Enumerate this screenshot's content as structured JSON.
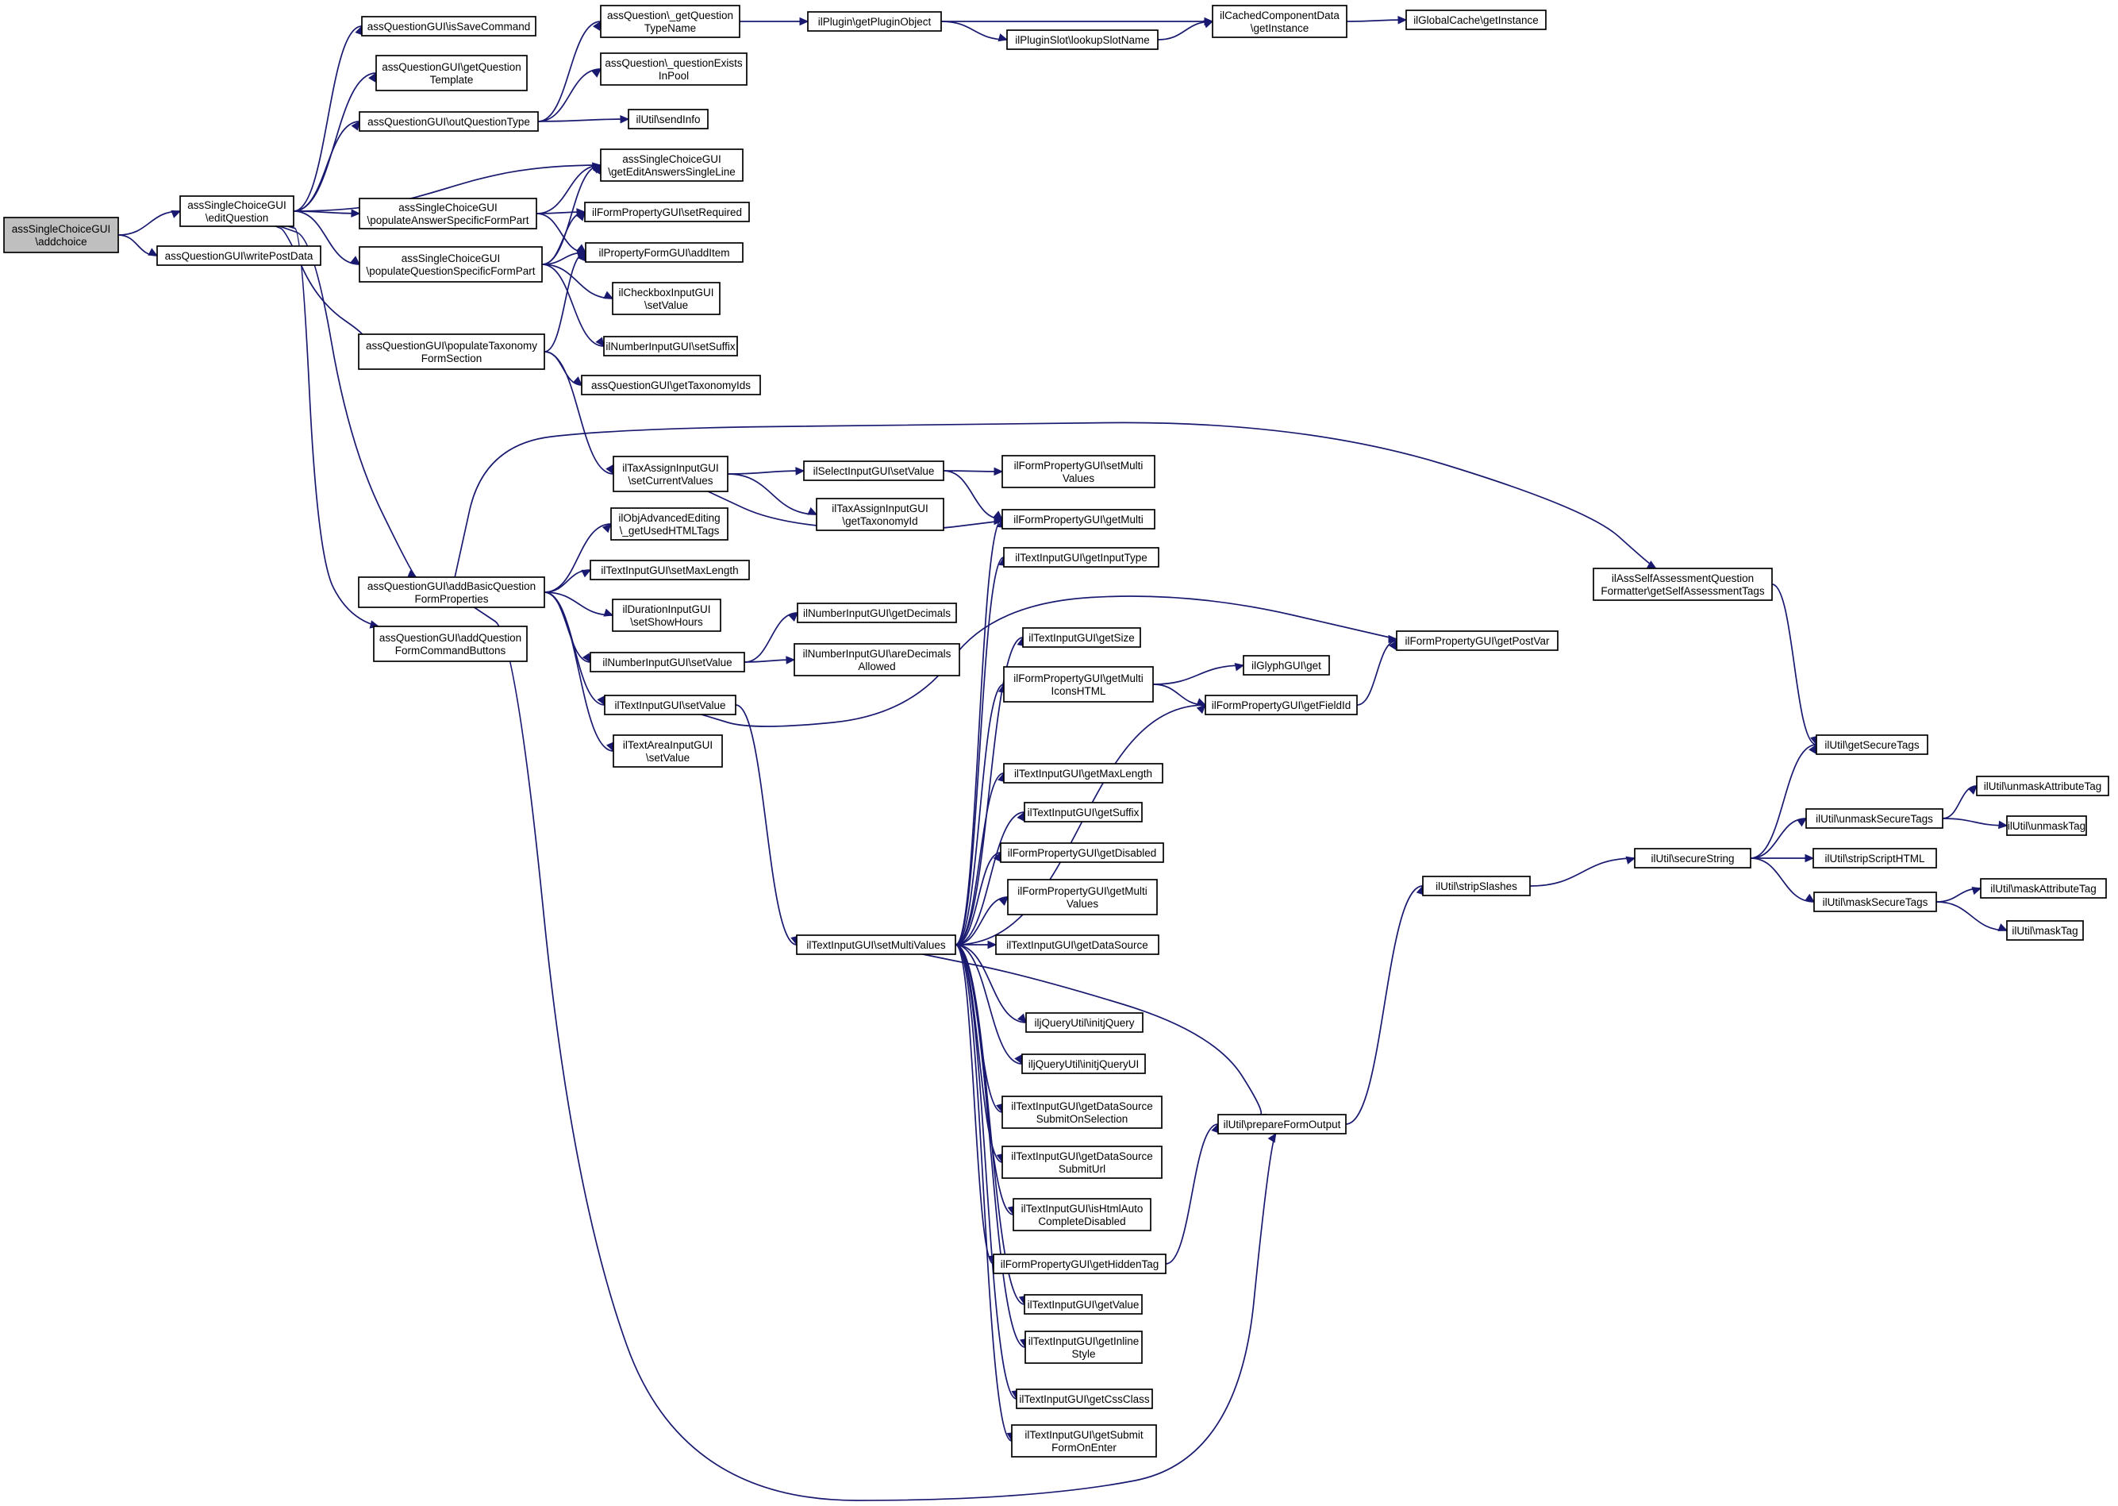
{
  "colors": {
    "edge": "#191970",
    "node_border": "#000000",
    "root_fill": "#bfbfbf",
    "node_fill": "#ffffff"
  },
  "nodes": [
    {
      "id": "n0",
      "lines": [
        "assSingleChoiceGUI",
        "\\addchoice"
      ],
      "root": true
    },
    {
      "id": "n1",
      "lines": [
        "assSingleChoiceGUI",
        "\\editQuestion"
      ]
    },
    {
      "id": "n2",
      "lines": [
        "assQuestionGUI\\writePostData"
      ]
    },
    {
      "id": "n3",
      "lines": [
        "assQuestionGUI\\isSaveCommand"
      ]
    },
    {
      "id": "n4",
      "lines": [
        "assQuestionGUI\\getQuestion",
        "Template"
      ]
    },
    {
      "id": "n5",
      "lines": [
        "assQuestionGUI\\outQuestionType"
      ]
    },
    {
      "id": "n6",
      "lines": [
        "assSingleChoiceGUI",
        "\\populateAnswerSpecificFormPart"
      ]
    },
    {
      "id": "n7",
      "lines": [
        "assSingleChoiceGUI",
        "\\populateQuestionSpecificFormPart"
      ]
    },
    {
      "id": "n8",
      "lines": [
        "assQuestionGUI\\populateTaxonomy",
        "FormSection"
      ]
    },
    {
      "id": "n9",
      "lines": [
        "assQuestionGUI\\addBasicQuestion",
        "FormProperties"
      ]
    },
    {
      "id": "n10",
      "lines": [
        "assQuestionGUI\\addQuestion",
        "FormCommandButtons"
      ]
    },
    {
      "id": "n11",
      "lines": [
        "assQuestion\\_getQuestion",
        "TypeName"
      ]
    },
    {
      "id": "n12",
      "lines": [
        "assQuestion\\_questionExists",
        "InPool"
      ]
    },
    {
      "id": "n13",
      "lines": [
        "ilUtil\\sendInfo"
      ]
    },
    {
      "id": "n14",
      "lines": [
        "assSingleChoiceGUI",
        "\\getEditAnswersSingleLine"
      ]
    },
    {
      "id": "n15",
      "lines": [
        "ilFormPropertyGUI\\setRequired"
      ]
    },
    {
      "id": "n16",
      "lines": [
        "ilPropertyFormGUI\\addItem"
      ]
    },
    {
      "id": "n17",
      "lines": [
        "ilCheckboxInputGUI",
        "\\setValue"
      ]
    },
    {
      "id": "n18",
      "lines": [
        "ilNumberInputGUI\\setSuffix"
      ]
    },
    {
      "id": "n19",
      "lines": [
        "assQuestionGUI\\getTaxonomyIds"
      ]
    },
    {
      "id": "n20",
      "lines": [
        "ilTaxAssignInputGUI",
        "\\setCurrentValues"
      ]
    },
    {
      "id": "n21",
      "lines": [
        "ilObjAdvancedEditing",
        "\\_getUsedHTMLTags"
      ]
    },
    {
      "id": "n22",
      "lines": [
        "ilTextInputGUI\\setMaxLength"
      ]
    },
    {
      "id": "n23",
      "lines": [
        "ilDurationInputGUI",
        "\\setShowHours"
      ]
    },
    {
      "id": "n24",
      "lines": [
        "ilNumberInputGUI\\setValue"
      ]
    },
    {
      "id": "n25",
      "lines": [
        "ilTextInputGUI\\setValue"
      ]
    },
    {
      "id": "n26",
      "lines": [
        "ilTextAreaInputGUI",
        "\\setValue"
      ]
    },
    {
      "id": "n27",
      "lines": [
        "ilPlugin\\getPluginObject"
      ]
    },
    {
      "id": "n28",
      "lines": [
        "ilPluginSlot\\lookupSlotName"
      ]
    },
    {
      "id": "n29",
      "lines": [
        "ilCachedComponentData",
        "\\getInstance"
      ]
    },
    {
      "id": "n30",
      "lines": [
        "ilGlobalCache\\getInstance"
      ]
    },
    {
      "id": "n31",
      "lines": [
        "ilSelectInputGUI\\setValue"
      ]
    },
    {
      "id": "n32",
      "lines": [
        "ilTaxAssignInputGUI",
        "\\getTaxonomyId"
      ]
    },
    {
      "id": "n33",
      "lines": [
        "ilFormPropertyGUI\\setMulti",
        "Values"
      ]
    },
    {
      "id": "n34",
      "lines": [
        "ilFormPropertyGUI\\getMulti"
      ]
    },
    {
      "id": "n35",
      "lines": [
        "ilNumberInputGUI\\getDecimals"
      ]
    },
    {
      "id": "n36",
      "lines": [
        "ilNumberInputGUI\\areDecimals",
        "Allowed"
      ]
    },
    {
      "id": "n37",
      "lines": [
        "ilTextInputGUI\\setMultiValues"
      ]
    },
    {
      "id": "n38",
      "lines": [
        "ilTextInputGUI\\getInputType"
      ]
    },
    {
      "id": "n39",
      "lines": [
        "ilTextInputGUI\\getSize"
      ]
    },
    {
      "id": "n40",
      "lines": [
        "ilFormPropertyGUI\\getMulti",
        "IconsHTML"
      ]
    },
    {
      "id": "n41",
      "lines": [
        "ilTextInputGUI\\getMaxLength"
      ]
    },
    {
      "id": "n42",
      "lines": [
        "ilTextInputGUI\\getSuffix"
      ]
    },
    {
      "id": "n43",
      "lines": [
        "ilFormPropertyGUI\\getDisabled"
      ]
    },
    {
      "id": "n44",
      "lines": [
        "ilFormPropertyGUI\\getMulti",
        "Values"
      ]
    },
    {
      "id": "n45",
      "lines": [
        "ilTextInputGUI\\getDataSource"
      ]
    },
    {
      "id": "n46",
      "lines": [
        "iljQueryUtil\\initjQuery"
      ]
    },
    {
      "id": "n47",
      "lines": [
        "iljQueryUtil\\initjQueryUI"
      ]
    },
    {
      "id": "n48",
      "lines": [
        "ilTextInputGUI\\getDataSource",
        "SubmitOnSelection"
      ]
    },
    {
      "id": "n49",
      "lines": [
        "ilTextInputGUI\\getDataSource",
        "SubmitUrl"
      ]
    },
    {
      "id": "n50",
      "lines": [
        "ilTextInputGUI\\isHtmlAuto",
        "CompleteDisabled"
      ]
    },
    {
      "id": "n51",
      "lines": [
        "ilFormPropertyGUI\\getHiddenTag"
      ]
    },
    {
      "id": "n52",
      "lines": [
        "ilTextInputGUI\\getValue"
      ]
    },
    {
      "id": "n53",
      "lines": [
        "ilTextInputGUI\\getInline",
        "Style"
      ]
    },
    {
      "id": "n54",
      "lines": [
        "ilTextInputGUI\\getCssClass"
      ]
    },
    {
      "id": "n55",
      "lines": [
        "ilTextInputGUI\\getSubmit",
        "FormOnEnter"
      ]
    },
    {
      "id": "n56",
      "lines": [
        "ilFormPropertyGUI\\getPostVar"
      ]
    },
    {
      "id": "n57",
      "lines": [
        "ilGlyphGUI\\get"
      ]
    },
    {
      "id": "n58",
      "lines": [
        "ilFormPropertyGUI\\getFieldId"
      ]
    },
    {
      "id": "n59",
      "lines": [
        "ilUtil\\prepareFormOutput"
      ]
    },
    {
      "id": "n60",
      "lines": [
        "ilAssSelfAssessmentQuestion",
        "Formatter\\getSelfAssessmentTags"
      ]
    },
    {
      "id": "n61",
      "lines": [
        "ilUtil\\stripSlashes"
      ]
    },
    {
      "id": "n62",
      "lines": [
        "ilUtil\\secureString"
      ]
    },
    {
      "id": "n63",
      "lines": [
        "ilUtil\\getSecureTags"
      ]
    },
    {
      "id": "n64",
      "lines": [
        "ilUtil\\unmaskSecureTags"
      ]
    },
    {
      "id": "n65",
      "lines": [
        "ilUtil\\stripScriptHTML"
      ]
    },
    {
      "id": "n66",
      "lines": [
        "ilUtil\\maskSecureTags"
      ]
    },
    {
      "id": "n67",
      "lines": [
        "ilUtil\\unmaskAttributeTag"
      ]
    },
    {
      "id": "n68",
      "lines": [
        "ilUtil\\unmaskTag"
      ]
    },
    {
      "id": "n69",
      "lines": [
        "ilUtil\\maskAttributeTag"
      ]
    },
    {
      "id": "n70",
      "lines": [
        "ilUtil\\maskTag"
      ]
    }
  ],
  "edges": [
    [
      "n0",
      "n1"
    ],
    [
      "n0",
      "n2"
    ],
    [
      "n1",
      "n3"
    ],
    [
      "n1",
      "n4"
    ],
    [
      "n1",
      "n5"
    ],
    [
      "n1",
      "n14"
    ],
    [
      "n1",
      "n6"
    ],
    [
      "n1",
      "n7"
    ],
    [
      "n1",
      "n8"
    ],
    [
      "n1",
      "n9"
    ],
    [
      "n1",
      "n10"
    ],
    [
      "n5",
      "n11"
    ],
    [
      "n5",
      "n12"
    ],
    [
      "n5",
      "n13"
    ],
    [
      "n6",
      "n14"
    ],
    [
      "n6",
      "n15"
    ],
    [
      "n6",
      "n16"
    ],
    [
      "n7",
      "n14"
    ],
    [
      "n7",
      "n15"
    ],
    [
      "n7",
      "n16"
    ],
    [
      "n7",
      "n17"
    ],
    [
      "n7",
      "n18"
    ],
    [
      "n8",
      "n16"
    ],
    [
      "n8",
      "n19"
    ],
    [
      "n8",
      "n20"
    ],
    [
      "n9",
      "n60"
    ],
    [
      "n9",
      "n21"
    ],
    [
      "n9",
      "n22"
    ],
    [
      "n9",
      "n23"
    ],
    [
      "n9",
      "n24"
    ],
    [
      "n9",
      "n25"
    ],
    [
      "n9",
      "n26"
    ],
    [
      "n9",
      "n59"
    ],
    [
      "n11",
      "n27"
    ],
    [
      "n27",
      "n29"
    ],
    [
      "n27",
      "n28"
    ],
    [
      "n28",
      "n29"
    ],
    [
      "n29",
      "n30"
    ],
    [
      "n20",
      "n31"
    ],
    [
      "n20",
      "n32"
    ],
    [
      "n20",
      "n34"
    ],
    [
      "n31",
      "n33"
    ],
    [
      "n31",
      "n34"
    ],
    [
      "n24",
      "n35"
    ],
    [
      "n24",
      "n36"
    ],
    [
      "n25",
      "n37"
    ],
    [
      "n25",
      "n56"
    ],
    [
      "n37",
      "n34"
    ],
    [
      "n37",
      "n38"
    ],
    [
      "n37",
      "n39"
    ],
    [
      "n37",
      "n40"
    ],
    [
      "n37",
      "n58"
    ],
    [
      "n37",
      "n41"
    ],
    [
      "n37",
      "n42"
    ],
    [
      "n37",
      "n43"
    ],
    [
      "n37",
      "n44"
    ],
    [
      "n37",
      "n45"
    ],
    [
      "n37",
      "n46"
    ],
    [
      "n37",
      "n47"
    ],
    [
      "n37",
      "n48"
    ],
    [
      "n37",
      "n49"
    ],
    [
      "n37",
      "n50"
    ],
    [
      "n37",
      "n51"
    ],
    [
      "n37",
      "n52"
    ],
    [
      "n37",
      "n53"
    ],
    [
      "n37",
      "n54"
    ],
    [
      "n37",
      "n55"
    ],
    [
      "n37",
      "n59"
    ],
    [
      "n40",
      "n57"
    ],
    [
      "n40",
      "n58"
    ],
    [
      "n58",
      "n56"
    ],
    [
      "n51",
      "n59"
    ],
    [
      "n59",
      "n61"
    ],
    [
      "n61",
      "n62"
    ],
    [
      "n60",
      "n63"
    ],
    [
      "n62",
      "n63"
    ],
    [
      "n62",
      "n64"
    ],
    [
      "n62",
      "n65"
    ],
    [
      "n62",
      "n66"
    ],
    [
      "n64",
      "n67"
    ],
    [
      "n64",
      "n68"
    ],
    [
      "n66",
      "n69"
    ],
    [
      "n66",
      "n70"
    ]
  ]
}
